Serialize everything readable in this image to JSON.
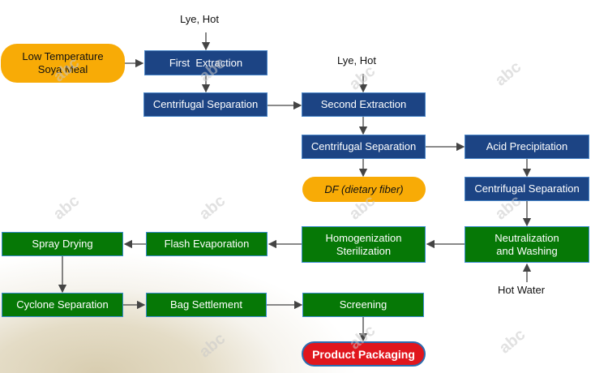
{
  "colors": {
    "blue_box": "#1c4484",
    "green_box": "#067806",
    "orange_pill": "#f8ab06",
    "red_pill": "#e0161d",
    "arrow": "#444444"
  },
  "inputs": {
    "lye_hot_1": "Lye, Hot",
    "lye_hot_2": "Lye, Hot",
    "hot_water": "Hot Water"
  },
  "nodes": {
    "raw_material": "Low Temperature Soya Meal",
    "first_extraction": "First  Extraction",
    "centrifugal_1": "Centrifugal Separation",
    "second_extraction": "Second Extraction",
    "centrifugal_2": "Centrifugal Separation",
    "dietary_fiber": "DF (dietary fiber)",
    "acid_precipitation": "Acid Precipitation",
    "centrifugal_3": "Centrifugal Separation",
    "neutralization_line1": "Neutralization",
    "neutralization_line2": "and Washing",
    "homogenization_line1": "Homogenization",
    "homogenization_line2": "Sterilization",
    "flash_evaporation": "Flash Evaporation",
    "spray_drying": "Spray Drying",
    "cyclone_separation": "Cyclone Separation",
    "bag_settlement": "Bag Settlement",
    "screening": "Screening",
    "product_packaging": "Product Packaging"
  },
  "watermark": "abc"
}
